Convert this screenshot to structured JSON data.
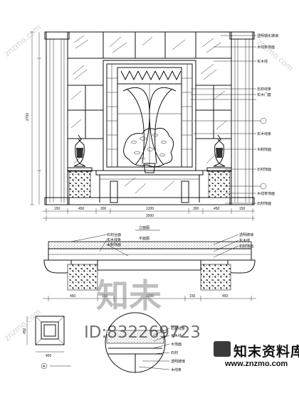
{
  "elevation": {
    "callouts_right": [
      "透明钢化玻璃",
      "木线条饰面",
      "实木线",
      "石材线条",
      "实木门套",
      "实木线条",
      "木制饰面",
      "石材饰面",
      "木线条饰面",
      "石材饰面"
    ],
    "height_dim": "2700",
    "bottom_dims": [
      "150",
      "450",
      "300",
      "1200",
      "300",
      "450",
      "150"
    ],
    "total_width": "3000",
    "title": "立面图"
  },
  "plan": {
    "title": "平面图",
    "callouts_left": [
      "石材台面",
      "实木线条",
      "木制饰面"
    ],
    "callouts_right": [
      "透明玻璃",
      "实木线",
      "石材饰面"
    ],
    "bottom_dims": [
      "450",
      "150",
      "1200",
      "150",
      "450"
    ]
  },
  "details": {
    "small_dims": [
      "450",
      "450"
    ],
    "marker_a": "A",
    "section_callouts": [
      "石材线条",
      "实木线",
      "木饰面",
      "石材",
      "透明玻璃",
      "木线条"
    ]
  },
  "watermark": {
    "big_text": "知未",
    "id_text": "ID:832269723",
    "diag_text": "znzmo.com"
  },
  "logo": {
    "main": "知末资料库",
    "url": "www.znzmo.com"
  }
}
